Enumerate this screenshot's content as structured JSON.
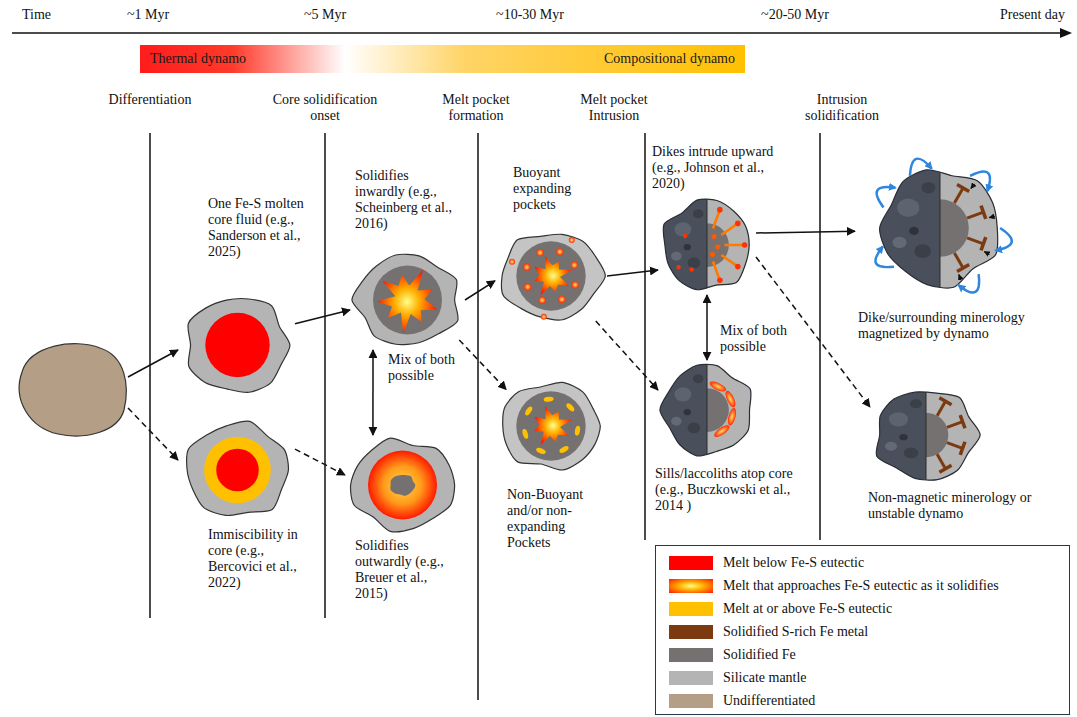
{
  "diagram": {
    "nodes": [
      {
        "text": [
          "Thermal dynamo"
        ]
      },
      {
        "text": [
          "Compositional dynamo"
        ]
      },
      {
        "text": [
          "One Fe-S molten core fluid (e.g., Sanderson et al., 2025)"
        ]
      },
      {
        "text": [
          "Immiscibility in core (e.g., Bercovici et al., 2022)"
        ]
      },
      {
        "text": [
          "Solidifies inwardly (e.g., Scheinberg et al., 2016)"
        ]
      },
      {
        "text": [
          "Solidifies outwardly (e.g., Breuer et al., 2015)"
        ]
      },
      {
        "text": [
          "Buoyant expanding pockets"
        ]
      },
      {
        "text": [
          "Non-Buoyant and/or non-expanding Pockets"
        ]
      },
      {
        "text": [
          "Dikes intrude upward (e.g., Johnson et al., 2020)"
        ]
      },
      {
        "text": [
          "Sills/laccoliths atop core (e.g., Buczkowski et al., 2014 )"
        ]
      },
      {
        "text": [
          "Dike/surrounding minerology magnetized by dynamo"
        ]
      },
      {
        "text": [
          "Non-magnetic minerology or unstable dynamo"
        ]
      }
    ],
    "edges": [
      {
        "from": 2,
        "to": 4,
        "arrow": "to"
      },
      {
        "from": 3,
        "to": 5,
        "arrow": "to"
      },
      {
        "from": 4,
        "to": 5,
        "label": "Mix of both possible",
        "arrow": "both"
      },
      {
        "from": 4,
        "to": 6,
        "arrow": "to"
      },
      {
        "from": 4,
        "to": 7,
        "arrow": "to"
      },
      {
        "from": 6,
        "to": 8,
        "arrow": "to"
      },
      {
        "from": 6,
        "to": 9,
        "arrow": "to"
      },
      {
        "from": 8,
        "to": 9,
        "label": "Mix of both possible",
        "arrow": "both"
      },
      {
        "from": 8,
        "to": 10,
        "arrow": "to"
      },
      {
        "from": 8,
        "to": 11,
        "arrow": "to"
      }
    ],
    "labels": [
      "Time",
      "~1 Myr",
      "~5 Myr",
      "~10-30 Myr",
      "~20-50 Myr",
      "Present day",
      "Differentiation",
      "Core solidification onset",
      "Melt pocket formation",
      "Melt pocket Intrusion",
      "Intrusion solidification"
    ],
    "legend": [
      {
        "text": "Melt below Fe-S eutectic",
        "color": "#ff0000"
      },
      {
        "text": "Melt that approaches Fe-S eutectic as it solidifies"
      },
      {
        "text": "Melt at or above Fe-S eutectic",
        "color": "#ffc000"
      },
      {
        "text": "Solidified S-rich Fe metal",
        "color": "#7b3a10"
      },
      {
        "text": "Solidified Fe",
        "color": "#767171"
      },
      {
        "text": "Silicate mantle",
        "color": "#b4b4b4"
      },
      {
        "text": "Undifferentiated",
        "color": "#b59e86"
      }
    ]
  }
}
